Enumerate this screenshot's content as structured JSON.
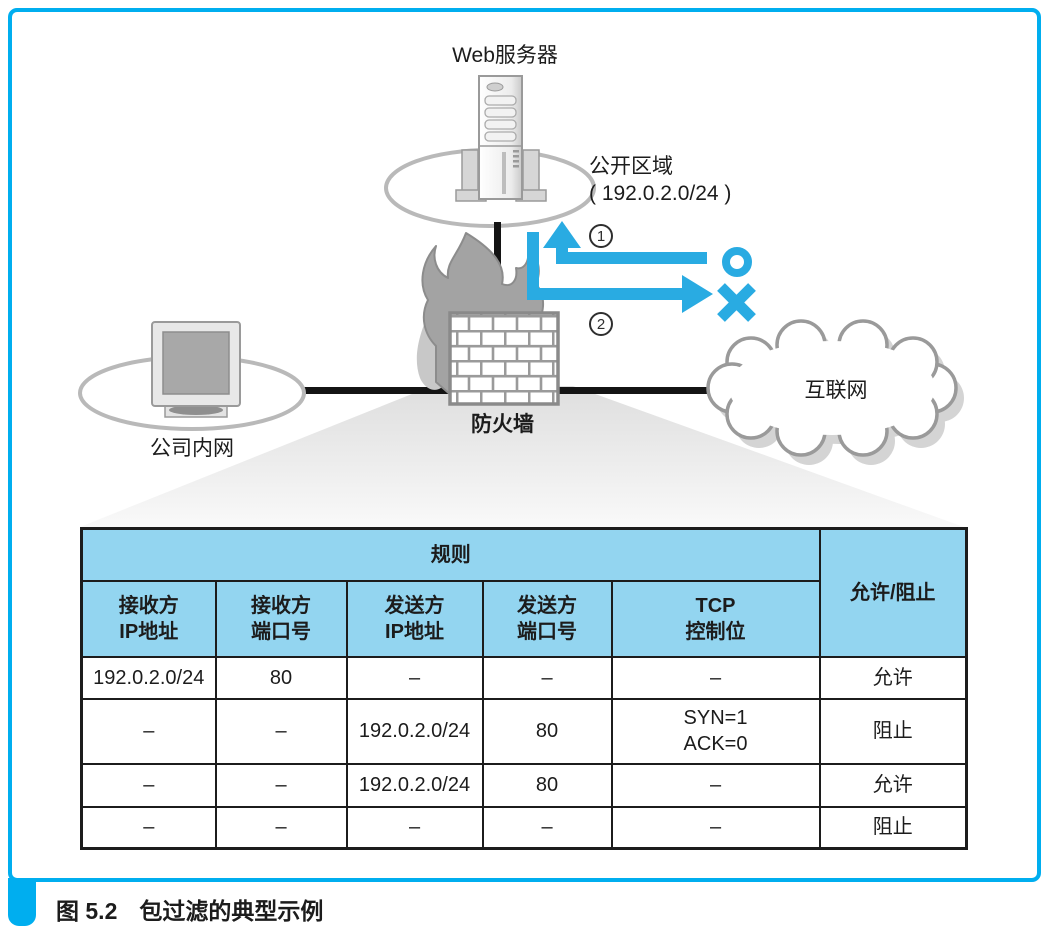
{
  "figure": {
    "label": "图 5.2",
    "title": "包过滤的典型示例"
  },
  "nodes": {
    "web_server": "Web服务器",
    "public_zone_name": "公开区域",
    "public_zone_cidr": "( 192.0.2.0/24 )",
    "firewall": "防火墙",
    "company_intranet": "公司内网",
    "internet": "互联网"
  },
  "flow_markers": {
    "allowed_number": "1",
    "blocked_number": "2"
  },
  "table": {
    "rule_group_header": "规则",
    "action_header": "允许/阻止",
    "columns": [
      "接收方\nIP地址",
      "接收方\n端口号",
      "发送方\nIP地址",
      "发送方\n端口号",
      "TCP\n控制位"
    ],
    "rows": [
      [
        "192.0.2.0/24",
        "80",
        "–",
        "–",
        "–",
        "允许"
      ],
      [
        "–",
        "–",
        "192.0.2.0/24",
        "80",
        "SYN=1\nACK=0",
        "阻止"
      ],
      [
        "–",
        "–",
        "192.0.2.0/24",
        "80",
        "–",
        "允许"
      ],
      [
        "–",
        "–",
        "–",
        "–",
        "–",
        "阻止"
      ]
    ]
  },
  "colors": {
    "frame_blue": "#00AEEF",
    "arrow_blue": "#29ABE2",
    "header_blue": "#93D5F0"
  }
}
